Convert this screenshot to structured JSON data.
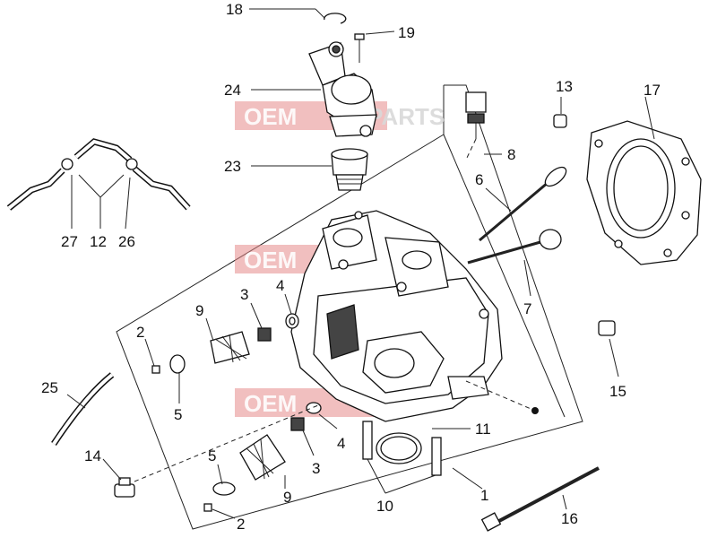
{
  "watermark": {
    "left": "OEM",
    "right": "PARTS"
  },
  "callouts": {
    "c1": "1",
    "c2a": "2",
    "c2b": "2",
    "c3a": "3",
    "c3b": "3",
    "c4a": "4",
    "c4b": "4",
    "c5a": "5",
    "c5b": "5",
    "c6": "6",
    "c7": "7",
    "c8": "8",
    "c9a": "9",
    "c9b": "9",
    "c10": "10",
    "c11": "11",
    "c12": "12",
    "c13": "13",
    "c14": "14",
    "c15": "15",
    "c16": "16",
    "c17": "17",
    "c18": "18",
    "c19": "19",
    "c23": "23",
    "c24": "24",
    "c25": "25",
    "c26": "26",
    "c27": "27"
  },
  "colors": {
    "line": "#111111",
    "watermark": "#e58a8a"
  }
}
